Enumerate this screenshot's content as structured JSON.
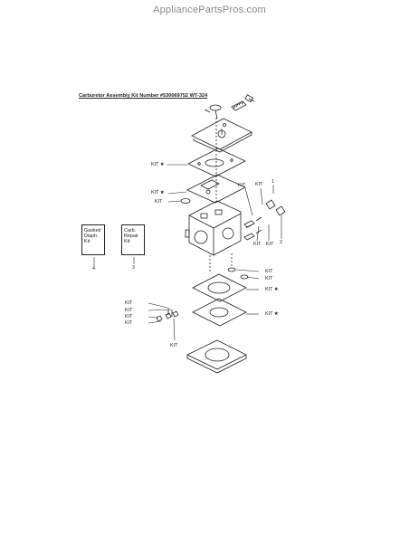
{
  "watermark": "AppliancePartsPros.com",
  "title": "Carburetor Assembly Kit Number #530069752 WT-324",
  "kits": [
    {
      "line1": "Gasket/",
      "line2": "Diaph.",
      "line3": "Kit",
      "number": "4"
    },
    {
      "line1": "Carb.",
      "line2": "Repair",
      "line3": "Kit",
      "number": "3"
    }
  ],
  "labels": {
    "kit_star": "KIT ★",
    "kit": "KIT",
    "num_1": "1",
    "num_2": "2"
  }
}
